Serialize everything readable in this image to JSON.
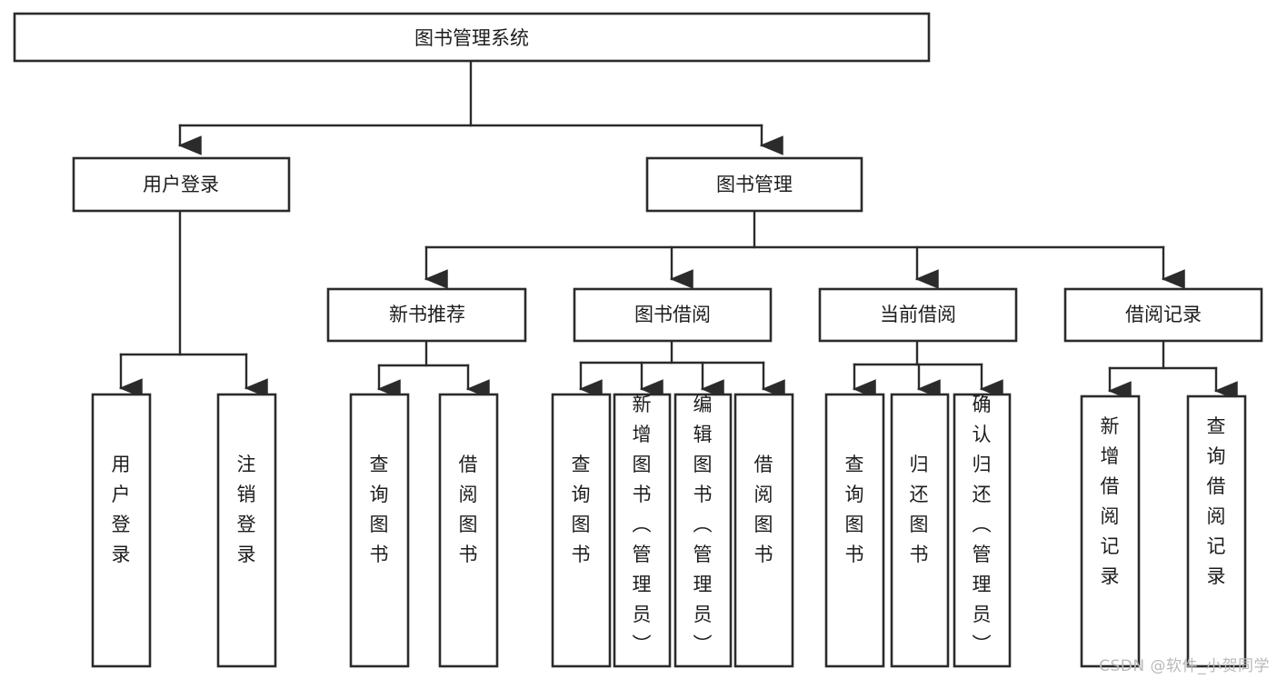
{
  "diagram": {
    "title": "图书管理系统",
    "type": "tree-hierarchy-diagram",
    "watermark": "CSDN @软件_小贺同学",
    "colors": {
      "stroke": "#2b2b2b",
      "fill": "#ffffff",
      "text": "#1d1d1d",
      "watermark": "#b9b9b9",
      "background": "#ffffff"
    },
    "root": {
      "label": "图书管理系统"
    },
    "level2": [
      {
        "label": "用户登录"
      },
      {
        "label": "图书管理"
      }
    ],
    "level3": [
      {
        "label": "新书推荐"
      },
      {
        "label": "图书借阅"
      },
      {
        "label": "当前借阅"
      },
      {
        "label": "借阅记录"
      }
    ],
    "leaves": {
      "user_login": [
        {
          "label": "用户登录"
        },
        {
          "label": "注销登录"
        }
      ],
      "new_book_recommend": [
        {
          "label": "查询图书"
        },
        {
          "label": "借阅图书"
        }
      ],
      "book_borrow": [
        {
          "label": "查询图书"
        },
        {
          "label": "新增图书（管理员）"
        },
        {
          "label": "编辑图书（管理员）"
        },
        {
          "label": "借阅图书"
        }
      ],
      "current_borrow": [
        {
          "label": "查询图书"
        },
        {
          "label": "归还图书"
        },
        {
          "label": "确认归还（管理员）"
        }
      ],
      "borrow_record": [
        {
          "label": "新增借阅记录"
        },
        {
          "label": "查询借阅记录"
        }
      ]
    }
  }
}
